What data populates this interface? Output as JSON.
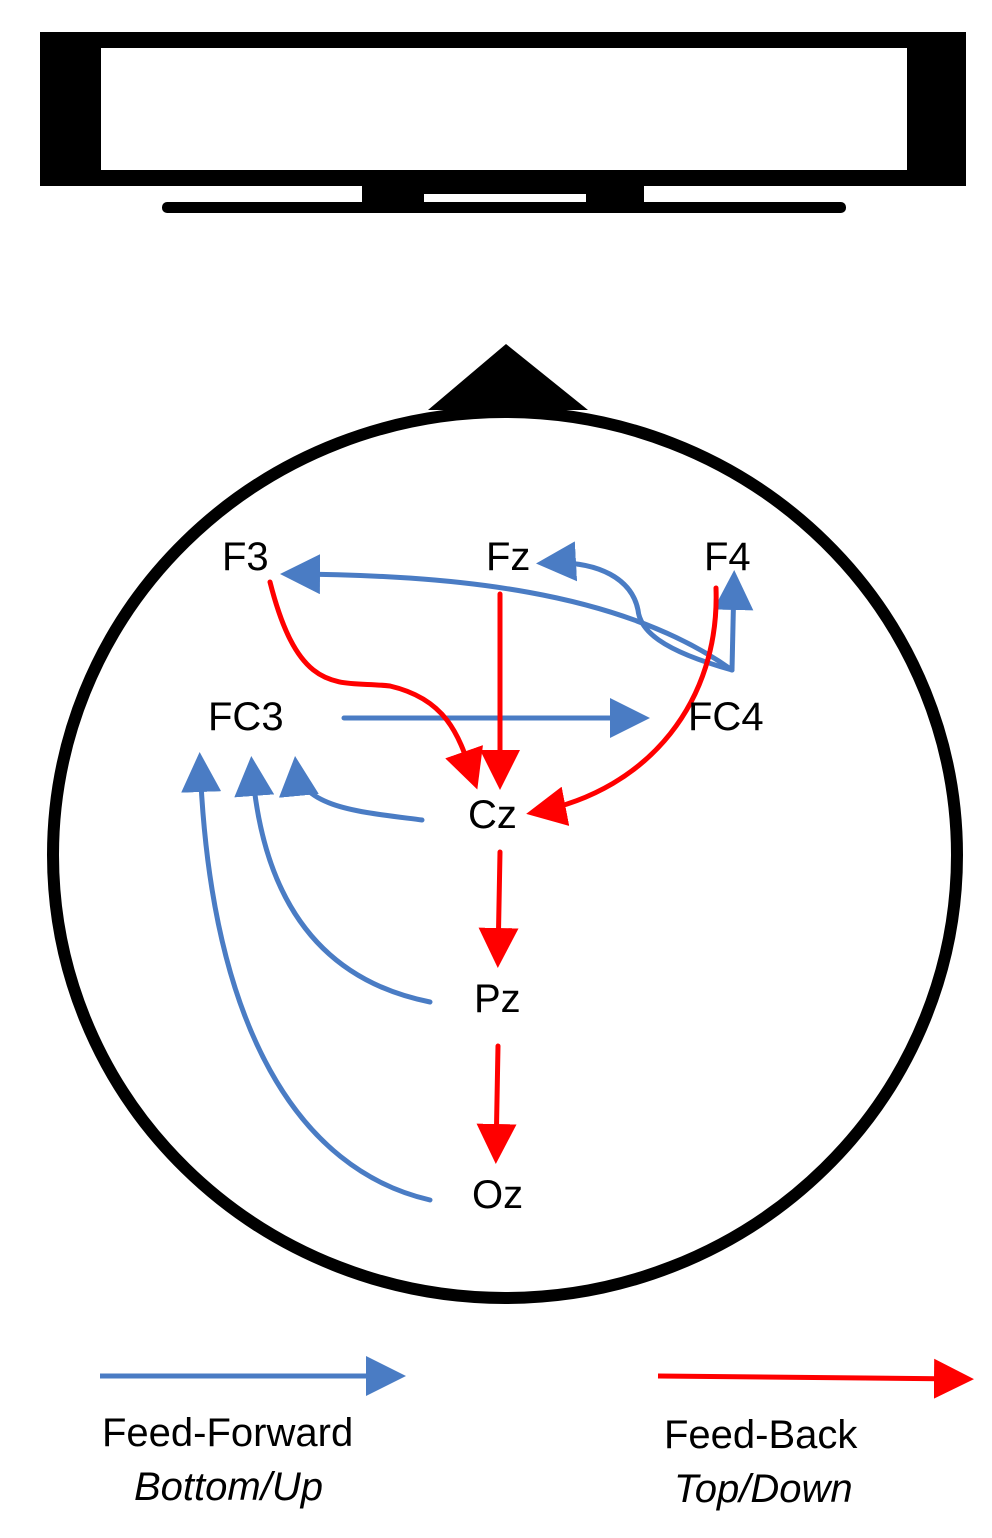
{
  "colors": {
    "feedforward": "#4a7cc4",
    "feedback": "#ff0000",
    "outline": "#000000",
    "background": "#ffffff"
  },
  "electrodes": {
    "f3": "F3",
    "fz": "Fz",
    "f4": "F4",
    "fc3": "FC3",
    "fc4": "FC4",
    "cz": "Cz",
    "pz": "Pz",
    "oz": "Oz"
  },
  "legend": {
    "feedforward": {
      "label": "Feed-Forward",
      "sublabel": "Bottom/Up"
    },
    "feedback": {
      "label": "Feed-Back",
      "sublabel": "Top/Down"
    }
  },
  "icons": {
    "monitor": "monitor-icon",
    "head": "head-outline",
    "nose": "nose-icon"
  }
}
